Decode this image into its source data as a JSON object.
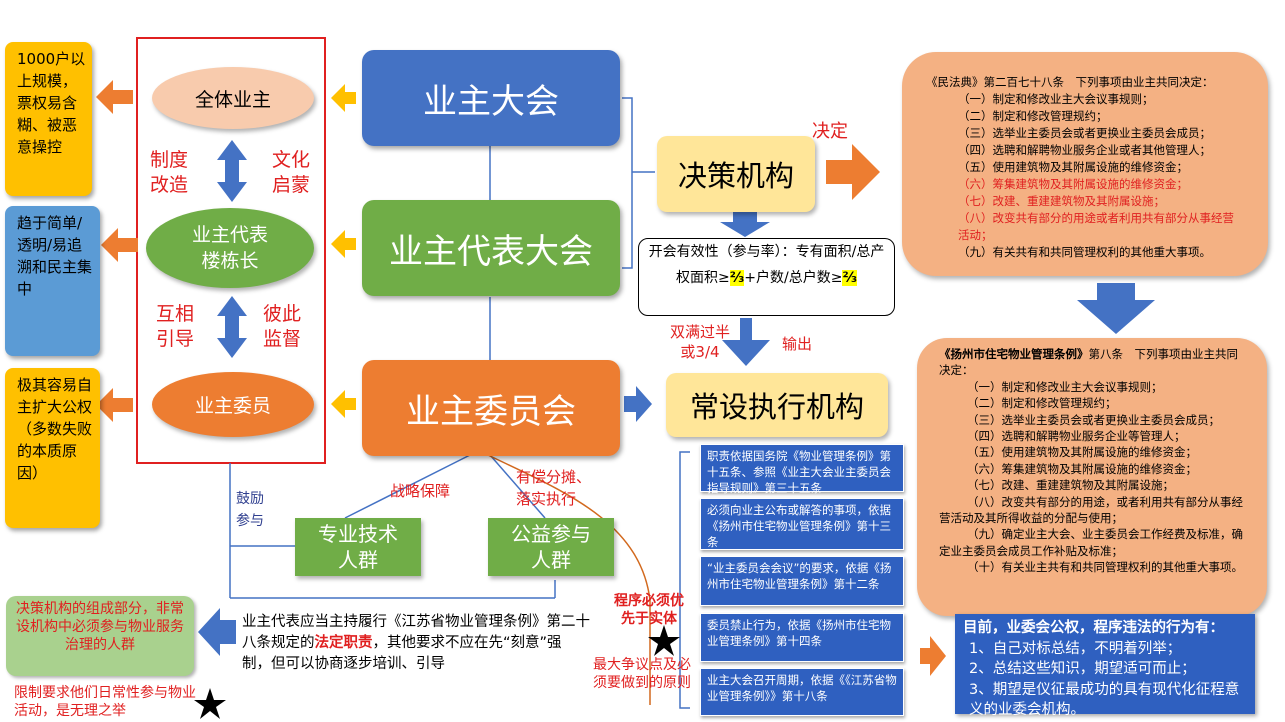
{
  "colors": {
    "blue": "#4472c4",
    "orange": "#ed7d31",
    "green": "#70ad47",
    "yellow": "#ffd966",
    "red": "#e02020",
    "salmon": "#f4b183"
  },
  "left_notes": {
    "top": "1000户以上规模，票权易含糊、被恶意操控",
    "mid": "趋于简单/透明/易追溯和民主集中",
    "bottom": "极其容易自主扩大公权（多数失败的本质原因）"
  },
  "members": {
    "all_owners": "全体业主",
    "rep_line1": "业主代表",
    "rep_line2": "楼栋长",
    "committee_member": "业主委员",
    "label_zhidu": "制度\n改造",
    "label_wenhua": "文化\n启蒙",
    "label_huxiang": "互相\n引导",
    "label_bici": "彼此\n监督"
  },
  "bodies": {
    "assembly": "业主大会",
    "rep_assembly": "业主代表大会",
    "committee": "业主委员会"
  },
  "roles": {
    "decision": "决策机构",
    "decide_label": "决定",
    "standing": "常设执行机构",
    "output_label": "输出",
    "double_half": "双满过半\n或3/4"
  },
  "validity": {
    "p1": "开会有效性（参与率）：专有面积/总产权面积≥",
    "frac": "⅔",
    "p2": "+户数/总户数≥"
  },
  "groups": {
    "tech": "专业技术\n人群",
    "public": "公益参与\n人群",
    "encourage": "鼓励\n参与",
    "strategy": "战略保障",
    "share": "有偿分摊、\n落实执行"
  },
  "civil_code": {
    "title": "《民法典》第二百七十八条　下列事项由业主共同决定：",
    "items": [
      {
        "text": "（一）制定和修改业主大会议事规则；",
        "red": false
      },
      {
        "text": "（二）制定和修改管理规约；",
        "red": false
      },
      {
        "text": "（三）选举业主委员会或者更换业主委员会成员；",
        "red": false
      },
      {
        "text": "（四）选聘和解聘物业服务企业或者其他管理人；",
        "red": false
      },
      {
        "text": "（五）使用建筑物及其附属设施的维修资金；",
        "red": false
      },
      {
        "text": "（六）筹集建筑物及其附属设施的维修资金；",
        "red": true
      },
      {
        "text": "（七）改建、重建建筑物及其附属设施；",
        "red": true
      },
      {
        "text": "（八）改变共有部分的用途或者利用共有部分从事经营活动；",
        "red": true
      },
      {
        "text": "（九）有关共有和共同管理权利的其他重大事项。",
        "red": false
      }
    ]
  },
  "yangzhou": {
    "title_bold": "《扬州市住宅物业管理条例》",
    "title_rest": "第八条　下列事项由业主共同决定：",
    "items": [
      "（一）制定和修改业主大会议事规则；",
      "（二）制定和修改管理规约；",
      "（三）选举业主委员会或者更换业主委员会成员；",
      "（四）选聘和解聘物业服务企业等管理人；",
      "（五）使用建筑物及其附属设施的维修资金；",
      "（六）筹集建筑物及其附属设施的维修资金；",
      "（七）改建、重建建筑物及其附属设施；",
      "（八）改变共有部分的用途，或者利用共有部分从事经营活动及其所得收益的分配与使用；",
      "（九）确定业主大会、业主委员会工作经费及标准，确定业主委员会成员工作补贴及标准；",
      "（十）有关业主共有和共同管理权利的其他重大事项。"
    ]
  },
  "duties": [
    "职责依据国务院《物业管理条例》第十五条、参照《业主大会业主委员会指导规则》第三十五条",
    "必须向业主公布或解答的事项，依据《扬州市住宅物业管理条例》第十三条",
    "“业主委员会会议”的要求，依据《扬州市住宅物业管理条例》第十二条",
    "委员禁止行为，依据《扬州市住宅物业管理条例》第十四条",
    "业主大会召开周期，依据《《江苏省物业管理条例》》第十八条"
  ],
  "procedure": {
    "priority": "程序必须优先于实体",
    "dispute": "最大争议点及必须要做到的原则"
  },
  "bottom_left": {
    "green_note": "决策机构的组成部分，非常设机构中必须参与物业服务治理的人群",
    "red_note": "限制要求他们日常性参与物业活动，是无理之举"
  },
  "bottom_center": {
    "part1": "业主代表应当主持履行《江苏省物业管理条例》第二十八条规定的",
    "emph": "法定职责",
    "part2": "，其他要求不应在先“刻意”强制，但可以协商逐步培训、引导"
  },
  "violations": {
    "title": "目前，业委会公权，程序违法的行为有：",
    "items": [
      "1、自己对标总结，不明着列举；",
      "2、总结这些知识，期望适可而止；",
      "3、期望是仪征最成功的具有现代化征程意义的业委会机构。"
    ]
  }
}
